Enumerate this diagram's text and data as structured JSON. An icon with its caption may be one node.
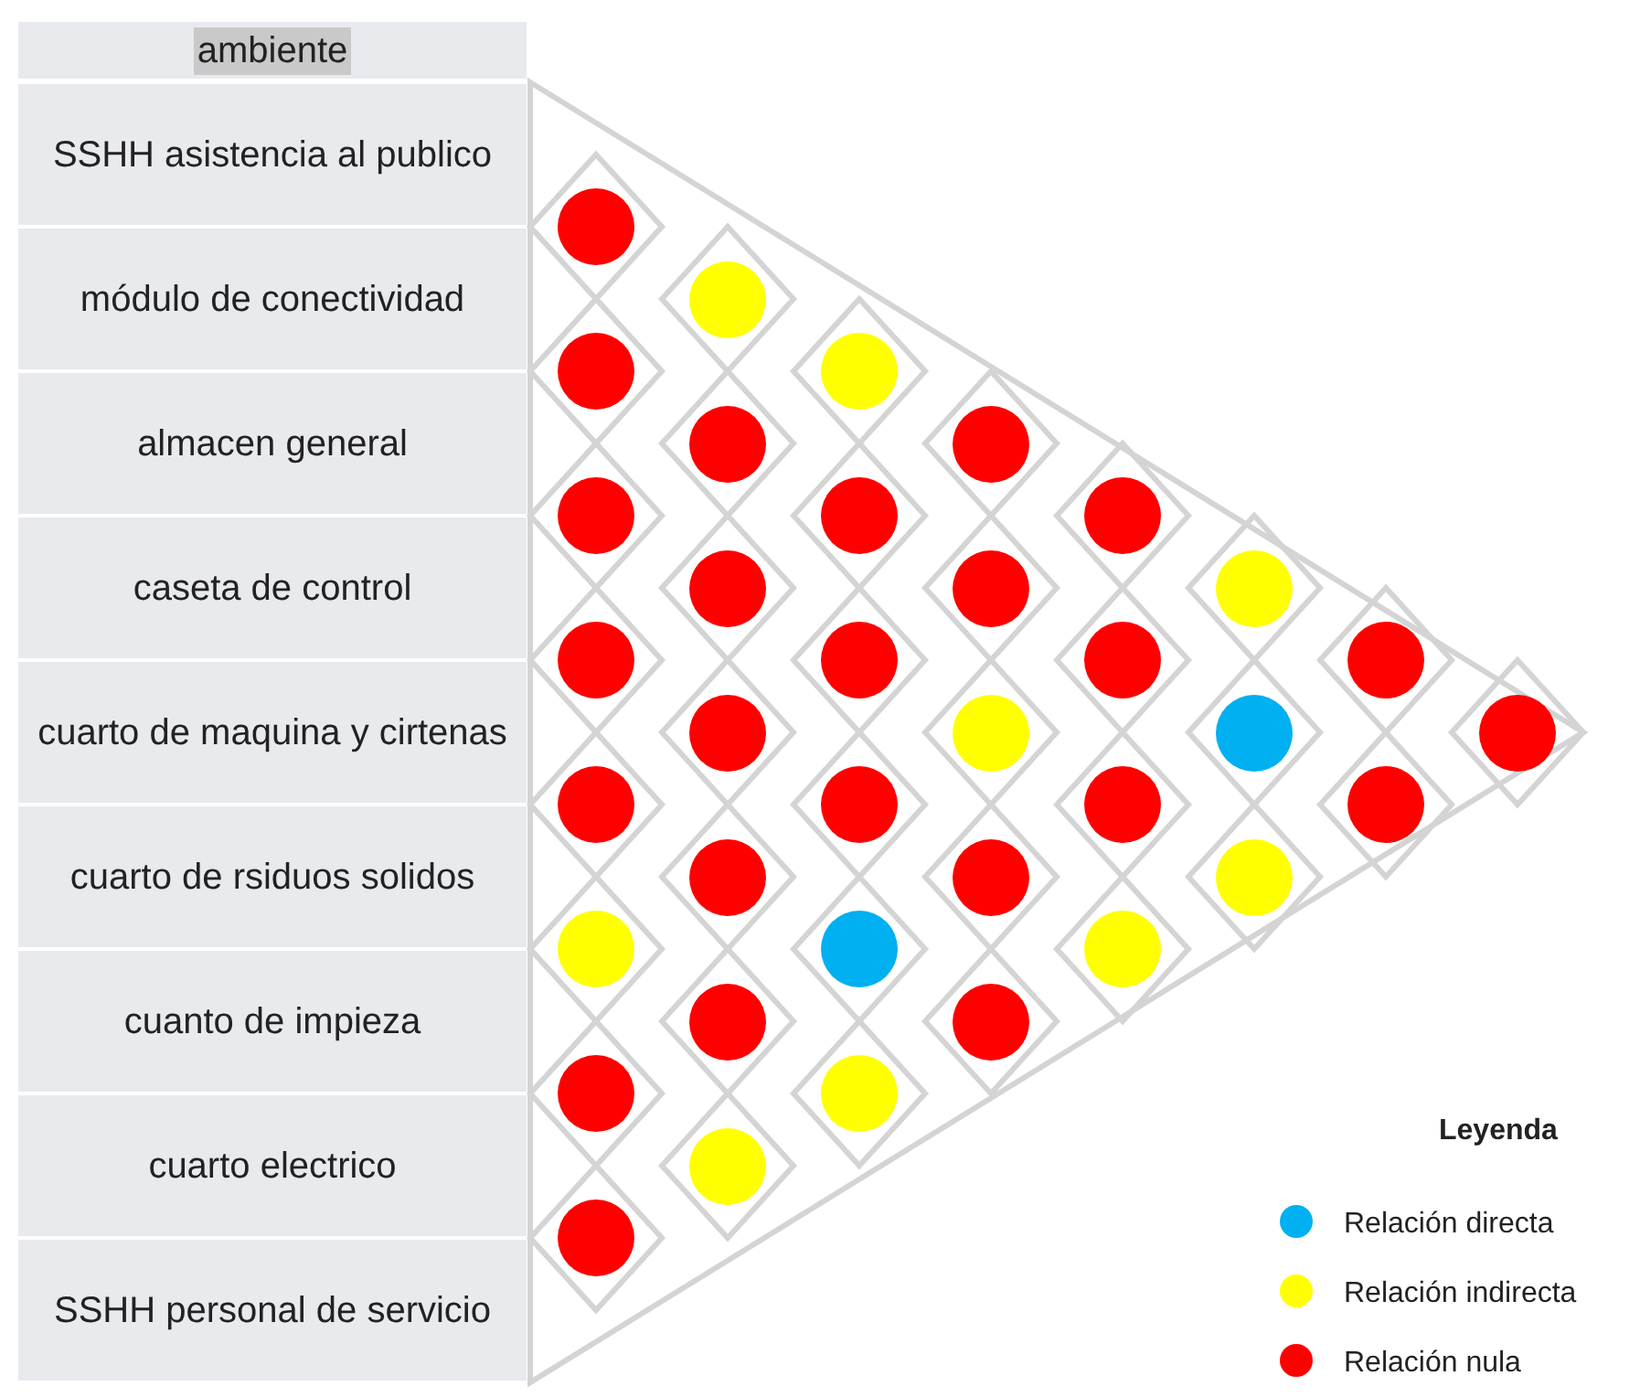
{
  "diagram": {
    "nodes": [
      {
        "text": [
          "ambiente"
        ]
      },
      {
        "text": [
          "SSHH asistencia al publico"
        ]
      },
      {
        "text": [
          "módulo de conectividad"
        ]
      },
      {
        "text": [
          "almacen general"
        ]
      },
      {
        "text": [
          "caseta de control"
        ]
      },
      {
        "text": [
          "cuarto de maquina y cirtenas"
        ]
      },
      {
        "text": [
          "cuarto de rsiduos solidos"
        ]
      },
      {
        "text": [
          "cuanto de impieza"
        ]
      },
      {
        "text": [
          "cuarto electrico"
        ]
      },
      {
        "text": [
          "SSHH personal de servicio"
        ]
      },
      {
        "text": [],
        "shape": "circle"
      },
      {
        "text": [],
        "shape": "circle"
      },
      {
        "text": [],
        "shape": "circle"
      },
      {
        "text": [],
        "shape": "circle"
      },
      {
        "text": [],
        "shape": "circle"
      },
      {
        "text": [],
        "shape": "circle"
      },
      {
        "text": [],
        "shape": "circle"
      },
      {
        "text": [],
        "shape": "circle"
      },
      {
        "text": [],
        "shape": "circle"
      },
      {
        "text": [],
        "shape": "circle"
      },
      {
        "text": [],
        "shape": "circle"
      },
      {
        "text": [],
        "shape": "circle"
      },
      {
        "text": [],
        "shape": "circle"
      },
      {
        "text": [],
        "shape": "circle"
      },
      {
        "text": [],
        "shape": "circle"
      },
      {
        "text": [],
        "shape": "circle"
      },
      {
        "text": [],
        "shape": "circle"
      },
      {
        "text": [],
        "shape": "circle"
      },
      {
        "text": [],
        "shape": "circle"
      },
      {
        "text": [],
        "shape": "circle"
      },
      {
        "text": [],
        "shape": "circle"
      },
      {
        "text": [],
        "shape": "circle"
      },
      {
        "text": [],
        "shape": "circle"
      },
      {
        "text": [],
        "shape": "circle"
      },
      {
        "text": [],
        "shape": "circle"
      },
      {
        "text": [],
        "shape": "circle"
      },
      {
        "text": [],
        "shape": "circle"
      },
      {
        "text": [],
        "shape": "circle"
      },
      {
        "text": [],
        "shape": "circle"
      },
      {
        "text": [],
        "shape": "circle"
      },
      {
        "text": [],
        "shape": "circle"
      },
      {
        "text": [],
        "shape": "circle"
      },
      {
        "text": [],
        "shape": "circle"
      },
      {
        "text": [],
        "shape": "circle"
      },
      {
        "text": [],
        "shape": "circle"
      },
      {
        "text": [],
        "shape": "circle"
      }
    ],
    "labels": [
      "Leyenda"
    ],
    "legend": [
      {
        "text": "Relación directa",
        "color": "#00b0f0"
      },
      {
        "text": "Relación indirecta",
        "color": "#ffff00"
      },
      {
        "text": "Relación nula",
        "color": "#ff0000"
      }
    ]
  }
}
